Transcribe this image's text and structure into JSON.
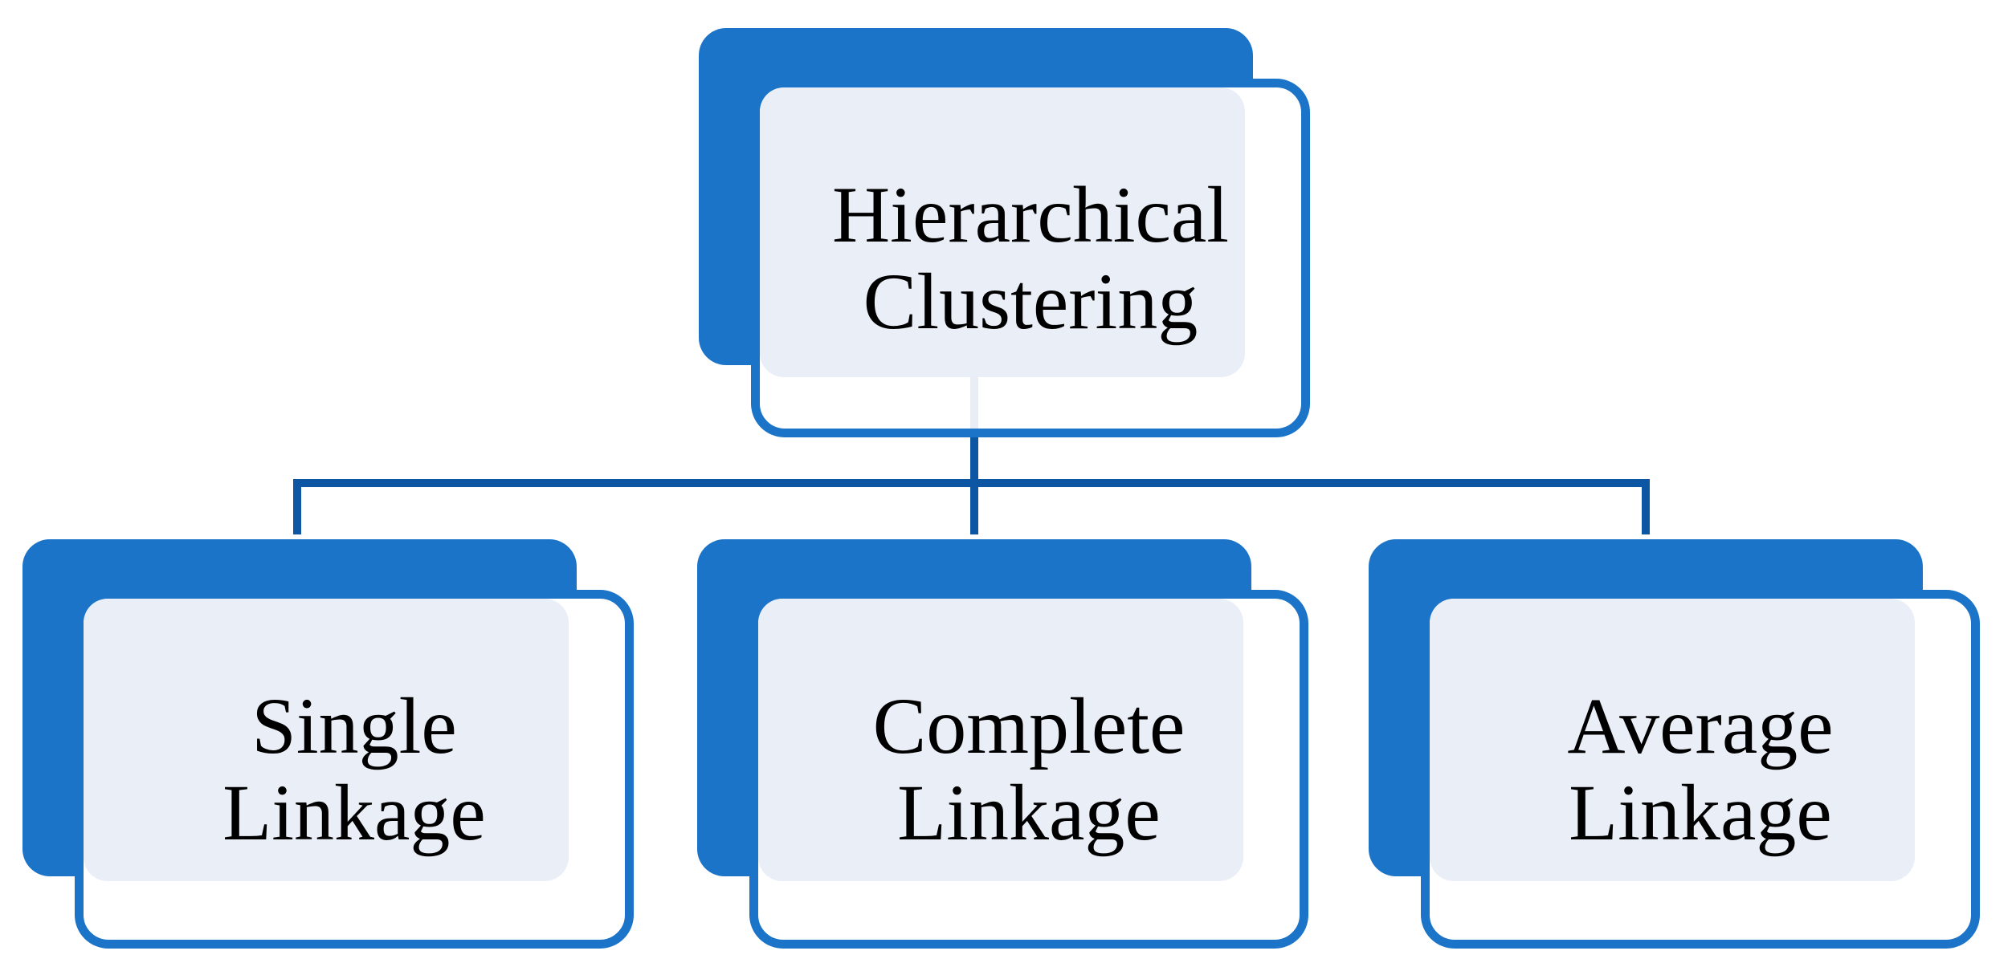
{
  "title": "Hierarchical Clustering linkage types diagram",
  "colors": {
    "primary_blue": "#1B74C8",
    "connector_blue": "#0D56A3",
    "panel_fill": "#EAEEF7",
    "frame_fill": "#FFFFFF",
    "faint_line": "#E9EDF6",
    "text": "#000000"
  },
  "nodes": {
    "root": {
      "line1": "Hierarchical",
      "line2": "Clustering"
    },
    "children": [
      {
        "line1": "Single",
        "line2": "Linkage"
      },
      {
        "line1": "Complete",
        "line2": "Linkage"
      },
      {
        "line1": "Average",
        "line2": "Linkage"
      }
    ]
  }
}
